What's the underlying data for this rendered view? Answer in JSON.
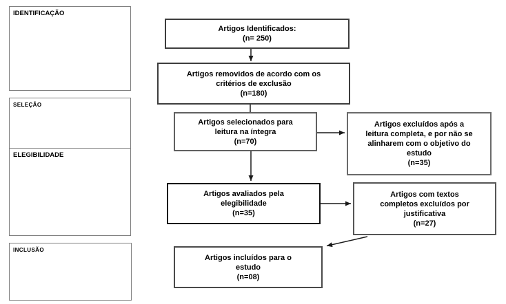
{
  "diagram": {
    "type": "prisma-flowchart",
    "language": "pt-BR"
  },
  "stages": [
    {
      "id": "identificacao",
      "label": "IDENTIFICAÇÃO"
    },
    {
      "id": "selecao",
      "label": "SELEÇÃO"
    },
    {
      "id": "elegibilidade",
      "label": "ELEGIBILIDADE"
    },
    {
      "id": "inclusao",
      "label": "INCLUSÃO"
    }
  ],
  "flow": {
    "identified": {
      "text": "Artigos Identificados:\n(n= 250)",
      "n": 250
    },
    "removed": {
      "text": "Artigos removidos de acordo com os\ncritérios de exclusão\n(n=180)",
      "n": 180
    },
    "selected": {
      "text": "Artigos selecionados para\nleitura na íntegra\n(n=70)",
      "n": 70
    },
    "excluded_reading": {
      "text": "Artigos excluídos após a\nleitura completa, e por não se\nalinharem com o objetivo do\nestudo\n(n=35)",
      "n": 35
    },
    "assessed": {
      "text": "Artigos avaliados pela\nelegibilidade\n(n=35)",
      "n": 35
    },
    "excluded_justified": {
      "text": "Artigos com textos\ncompletos excluídos por\njustificativa\n(n=27)",
      "n": 27
    },
    "included": {
      "text": "Artigos incluídos para o\nestudo\n(n=08)",
      "n": 8
    }
  },
  "colors": {
    "background": "#ffffff",
    "text": "#000000",
    "stage_border": "#7f7f7f",
    "flow_border_dark": "#3d3d3d",
    "flow_border_black": "#111111",
    "arrow": "#1a1a1a"
  }
}
